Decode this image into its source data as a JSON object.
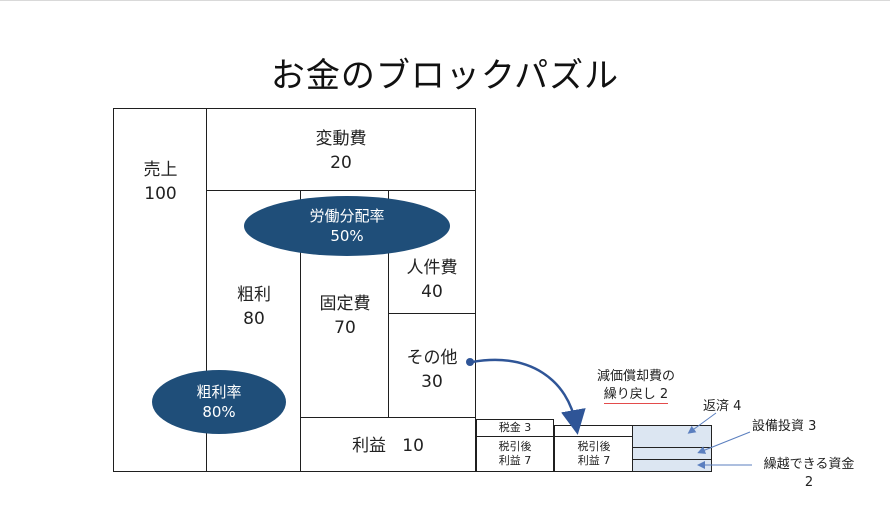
{
  "title": "お金のブロックパズル",
  "blocks": {
    "sales": {
      "name": "売上",
      "value": "100"
    },
    "variable_cost": {
      "name": "変動費",
      "value": "20"
    },
    "gross_profit": {
      "name": "粗利",
      "value": "80"
    },
    "fixed_cost": {
      "name": "固定費",
      "value": "70"
    },
    "labor_cost": {
      "name": "人件費",
      "value": "40"
    },
    "other": {
      "name": "その他",
      "value": "30"
    },
    "profit": {
      "name": "利益",
      "value": "10"
    }
  },
  "ellipses": {
    "labor_share": {
      "name": "労働分配率",
      "value": "50%"
    },
    "gross_margin": {
      "name": "粗利率",
      "value": "80%"
    }
  },
  "small_blocks": {
    "tax": "税金 3",
    "after_tax_1_line1": "税引後",
    "after_tax_1_line2": "利益 7",
    "after_tax_2_line1": "税引後",
    "after_tax_2_line2": "利益 7"
  },
  "notes": {
    "depreciation_line1": "減価償却費の",
    "depreciation_line2": "繰り戻し 2",
    "repayment": "返済 4",
    "capex": "設備投資 3",
    "carryover_line1": "繰越できる資金",
    "carryover_line2": "2"
  },
  "colors": {
    "ellipse": "#1f4e79",
    "arrow": "#2f5597",
    "hatch": "#dce6f2"
  }
}
